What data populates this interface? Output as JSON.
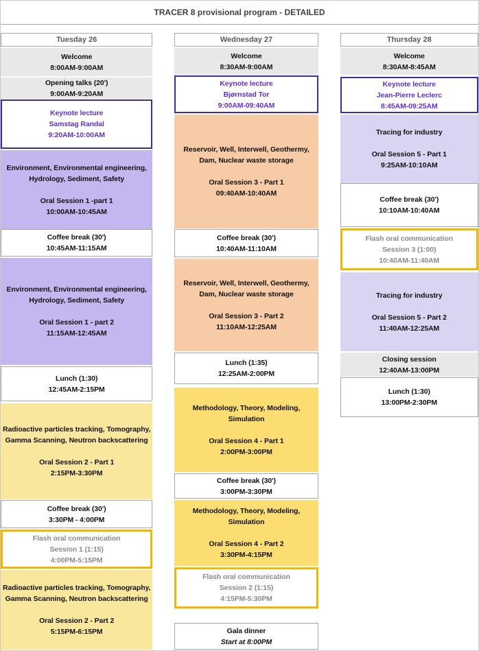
{
  "title": "TRACER 8 provisional program - DETAILED",
  "palette": {
    "session_gray": "#e8e8e8",
    "session_purple": "#c4b7ef",
    "session_lavender": "#d9d4f2",
    "session_orange": "#f8cba7",
    "session_yellow_light": "#fae79e",
    "session_yellow": "#fbdd72",
    "keynote_border": "#3a2ba6",
    "keynote_text": "#6030d8",
    "flash_border": "#f3b700",
    "flash_text": "#8a8a8a",
    "header_text": "#595959"
  },
  "columns": [
    {
      "header": "Tuesday 26",
      "events": [
        {
          "style": "gray",
          "mt": 1,
          "h": 41,
          "text": [
            "Welcome",
            "8:00AM-9:00AM"
          ]
        },
        {
          "style": "gray",
          "mt": 2,
          "h": 31,
          "text": [
            "Opening talks (20')",
            "9:00AM-9:20AM"
          ]
        },
        {
          "style": "keynote",
          "mt": 1,
          "h": 72,
          "text": [
            "Keynote lecture",
            "Samstag Randal",
            "9:20AM-10:00AM"
          ]
        },
        {
          "style": "purple",
          "mt": 2,
          "h": 115,
          "text": [
            "Environment, Environmental engineering,",
            "Hydrology, Sediment, Safety",
            "",
            "Oral Session 1 -part 1",
            "10:00AM-10:45AM"
          ]
        },
        {
          "style": "white",
          "mt": 0,
          "h": 40,
          "text": [
            "Coffee break (30')",
            "10:45AM-11:15AM"
          ]
        },
        {
          "style": "purple",
          "mt": 2,
          "h": 156,
          "text": [
            "Environment, Environmental engineering,",
            "Hydrology, Sediment, Safety",
            "",
            "Oral Session 1 - part 2",
            "11:15AM-12:45AM"
          ]
        },
        {
          "style": "white",
          "mt": 2,
          "h": 51,
          "text": [
            "Lunch (1:30)",
            "12:45AM-2:15PM"
          ]
        },
        {
          "style": "yellow-light",
          "mt": 3,
          "h": 140,
          "text": [
            "Radioactive particles tracking, Tomography,",
            "Gamma Scanning, Neutron backscattering",
            "",
            "Oral Session 2 - Part 1",
            "2:15PM-3:30PM"
          ]
        },
        {
          "style": "white",
          "mt": 1,
          "h": 41,
          "text": [
            "Coffee break (30')",
            "3:30PM - 4:00PM"
          ]
        },
        {
          "style": "flash",
          "mt": 2,
          "h": 57,
          "text": [
            "Flash oral communication",
            "Session 1  (1:15)",
            "4:00PM-5:15PM"
          ]
        },
        {
          "style": "yellow-light",
          "mt": 2,
          "h": 116,
          "text": [
            "Radioactive particles tracking, Tomography,",
            "Gamma Scanning, Neutron backscattering",
            "",
            "Oral Session 2 - Part 2",
            "5:15PM-6:15PM"
          ]
        }
      ]
    },
    {
      "header": "Wednesday 27",
      "events": [
        {
          "style": "gray",
          "mt": 1,
          "h": 39,
          "text": [
            "Welcome",
            "8:30AM-9:00AM"
          ]
        },
        {
          "style": "keynote",
          "mt": 1,
          "h": 55,
          "text": [
            "Keynote lecture",
            "Bjørnstad Tor",
            "9:00AM-09:40AM"
          ]
        },
        {
          "style": "orange",
          "mt": 2,
          "h": 166,
          "text": [
            "Reservoir, Well, Interwell, Geothermy,",
            "Dam, Nuclear waste storage",
            "",
            "Oral Session 3 - Part 1",
            "09:40AM-10:40AM"
          ]
        },
        {
          "style": "white",
          "mt": 1,
          "h": 41,
          "text": [
            "Coffee break (30')",
            "10:40AM-11:10AM"
          ]
        },
        {
          "style": "orange",
          "mt": 2,
          "h": 135,
          "text": [
            "Reservoir, Well, Interwell, Geothermy,",
            "Dam, Nuclear waste storage",
            "",
            "Oral Session 3 - Part 2",
            "11:10AM-12:25AM"
          ]
        },
        {
          "style": "white",
          "mt": 2,
          "h": 46,
          "text": [
            "Lunch (1:35)",
            "12:25AM-2:00PM"
          ]
        },
        {
          "style": "yellow",
          "mt": 5,
          "h": 123,
          "text": [
            "Methodology, Theory, Modeling,",
            "Simulation",
            "",
            "Oral Session 4 - Part 1",
            "2:00PM-3:00PM"
          ]
        },
        {
          "style": "white",
          "mt": 2,
          "h": 37,
          "text": [
            "Coffee break (30')",
            "3:00PM-3:30PM"
          ]
        },
        {
          "style": "yellow",
          "mt": 2,
          "h": 96,
          "text": [
            "Methodology, Theory, Modeling,",
            "Simulation",
            "",
            "Oral Session 4 - Part 2",
            "3:30PM-4:15PM"
          ]
        },
        {
          "style": "flash",
          "mt": 2,
          "h": 60,
          "text": [
            "Flash oral communication",
            "Session 2  (1:15)",
            "4:15PM-5:30PM"
          ]
        },
        {
          "style": "gala",
          "mt": 21,
          "h": 39,
          "text": [
            "Gala dinner",
            "Start at 8:00PM"
          ],
          "italics": [
            1
          ]
        }
      ]
    },
    {
      "header": "Thursday 28",
      "events": [
        {
          "style": "gray",
          "mt": 1,
          "h": 39,
          "text": [
            "Welcome",
            "8:30AM-8:45AM"
          ]
        },
        {
          "style": "keynote",
          "mt": 3,
          "h": 53,
          "text": [
            "Keynote lecture",
            "Jean-Pierre Leclerc",
            "8:45AM-09:25AM"
          ]
        },
        {
          "style": "lavender",
          "mt": 2,
          "h": 100,
          "text": [
            "Tracing for industry",
            "",
            "Oral Session 5 - Part 1",
            "9:25AM-10:10AM"
          ]
        },
        {
          "style": "white",
          "mt": 0,
          "h": 64,
          "text": [
            "Coffee break (30')",
            "10:10AM-10:40AM"
          ]
        },
        {
          "style": "flash",
          "mt": 2,
          "h": 61,
          "text": [
            "Flash oral communication",
            "Session 3  (1:00)",
            "10:40AM-11:40AM"
          ]
        },
        {
          "style": "lavender",
          "mt": 3,
          "h": 115,
          "text": [
            "Tracing for industry",
            "",
            "Oral Session 5 - Part 2",
            "11:40AM-12:25AM"
          ]
        },
        {
          "style": "gray",
          "mt": 2,
          "h": 35,
          "text": [
            "Closing session",
            "12:40AM-13:00PM"
          ]
        },
        {
          "style": "white",
          "mt": 1,
          "h": 58,
          "text": [
            "Lunch (1:30)",
            "13:00PM-2:30PM"
          ]
        }
      ]
    }
  ]
}
